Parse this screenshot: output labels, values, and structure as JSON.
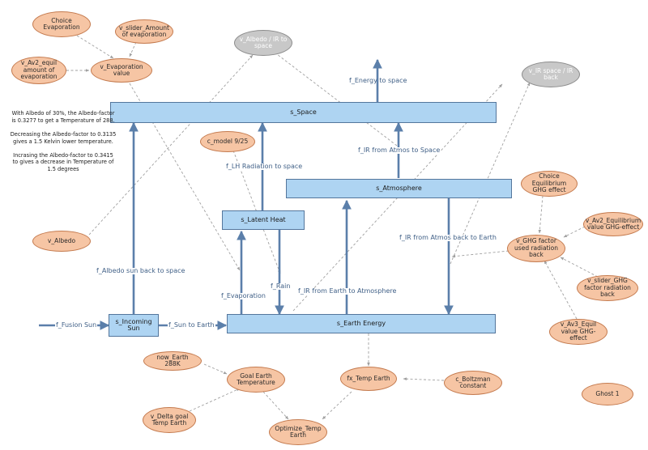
{
  "stocks": {
    "space": "s_Space",
    "atmosphere": "s_Atmosphere",
    "latent_heat": "s_Latent Heat",
    "incoming_sun": "s_Incoming Sun",
    "earth_energy": "s_Earth Energy"
  },
  "flows": {
    "energy_to_space": "f_Energy to space",
    "ir_from_atmos_to_space": "f_IR from Atmos to Space",
    "lh_radiation_to_space": "f_LH Radiation to space",
    "ir_from_atmos_back_to_earth": "f_IR from Atmos back to Earth",
    "albedo_sun_back_to_space": "f_Albedo sun back to space",
    "ir_from_earth_to_atmosphere": "f_IR from Earth to Atmosphere",
    "evaporation": "f_Evaporation",
    "rain": "f_Rain",
    "fusion_sun": "f_Fusion Sun",
    "sun_to_earth": "f_Sun to Earth"
  },
  "auxiliaries": {
    "choice_evaporation": "Choice Evaporation",
    "slider_evaporation": "v_slider_Amount of evaporation",
    "av2_equil_evaporation": "v_Av2_equil amount of evaporation",
    "evaporation_value": "v_Evaporation value",
    "c_model": "c_model 9/25",
    "albedo": "v_Albedo",
    "choice_equilibrium_ghg": "Choice Equilibrium GHG effect",
    "av2_equilibrium_ghg": "v_Av2_Equilibrium value GHG-effect",
    "ghg_factor": "v_GHG factor used radiation back",
    "slider_ghg": "v_slider_GHG factor radiation back",
    "av3_equil_ghg": "v_Av3_Equil value GHG-effect",
    "now_earth": "now_Earth 288K",
    "goal_earth_temp": "Goal Earth Temperature",
    "delta_goal_temp": "v_Delta goal Temp Earth",
    "optimize_temp": "Optimize_Temp Earth",
    "temp_earth": "fx_Temp Earth",
    "boltzman": "c_Boltzman constant",
    "ghost1": "Ghost 1"
  },
  "ghosts": {
    "albedo_ir_to_space": "v_Albedo / IR to space",
    "ir_space_ir_back": "v_IR space / IR back"
  },
  "note": {
    "p1": "With Albedo of 30%, the Albedo-factor is 0.3277 to get a Temperature of 288.",
    "p2": "Decreasing the Albedo-factor to 0.3135 gives a 1.5 Kelvin lower temperature.",
    "p3": "Incrasing the Albedo-factor to 0.3415 to gives a decrease in Temperature of 1.5 degrees"
  },
  "colors": {
    "stock_fill": "#aed4f2",
    "stock_border": "#54769c",
    "flow_arrow": "#5b7faa",
    "aux_fill": "#f6c5a4",
    "aux_border": "#c47a4e",
    "ghost_fill": "#c8c8c8",
    "link_dashed": "#9a9a9a"
  }
}
